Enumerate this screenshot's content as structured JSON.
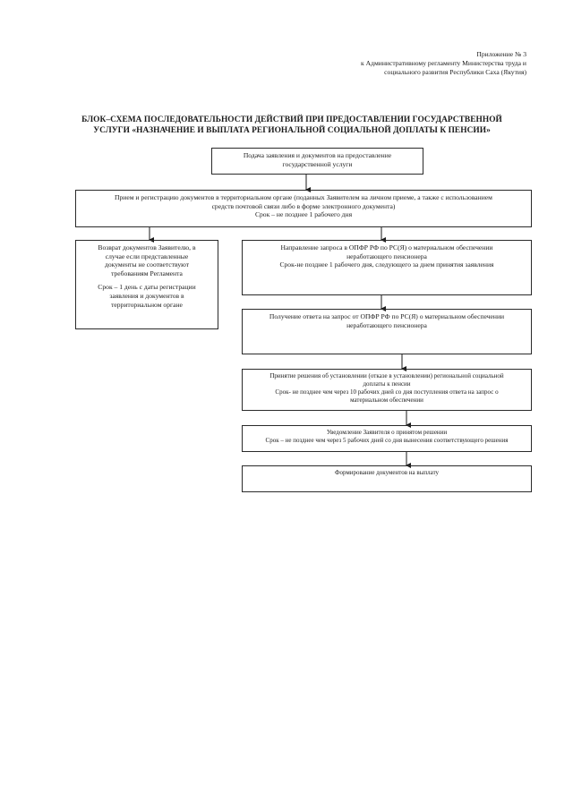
{
  "appendix": {
    "line1": "Приложение № 3",
    "line2": "к Административному регламенту Министерства труда и",
    "line3": "социального развития Республики Саха (Якутия)"
  },
  "title": {
    "line1": "БЛОК–СХЕМА ПОСЛЕДОВАТЕЛЬНОСТИ ДЕЙСТВИЙ ПРИ ПРЕДОСТАВЛЕНИИ ГОСУДАРСТВЕННОЙ",
    "line2": "УСЛУГИ «НАЗНАЧЕНИЕ И ВЫПЛАТА РЕГИОНАЛЬНОЙ СОЦИАЛЬНОЙ ДОПЛАТЫ К ПЕНСИИ»"
  },
  "steps": {
    "submit": {
      "line1": "Подача заявления и документов на предоставление",
      "line2": "государственной услуги"
    },
    "register": {
      "line1": "Прием и регистрацию документов в территориальном органе (поданных Заявителем на личном приеме, а также с использованием",
      "line2": "средств почтовой связи либо в форме электронного документа)",
      "line3": "Срок – не позднее 1 рабочего дня"
    },
    "return_docs": {
      "line1": "Возврат документов Заявителю, в",
      "line2": "случае если представленные",
      "line3": "документы не соответствуют",
      "line4": "требованиям Регламента",
      "line5": "Срок – 1 день с даты регистрации",
      "line6": "заявления и документов в",
      "line7": "территориальном органе"
    },
    "request": {
      "line1": "Направление запроса в ОПФР РФ по РС(Я) о материальном обеспечении",
      "line2": "неработающего пенсионера",
      "line3": "Срок-не позднее 1 рабочего дня, следующего за днем принятия заявления"
    },
    "response": {
      "line1": "Получение ответа на запрос от ОПФР РФ по РС(Я) о материальном обеспечении",
      "line2": "неработающего пенсионера"
    },
    "decision": {
      "line1": "Принятие решения об установлении (отказе в установлении) региональной социальной",
      "line2": "доплаты к пенсии",
      "line3": "Срок- не позднее чем через 10 рабочих дней со дня поступления ответа на запрос о",
      "line4": "материальном обеспечении"
    },
    "notify": {
      "line1": "Уведомление Заявителя о принятом решении",
      "line2": "Срок – не позднее чем через 5 рабочих дней со дня вынесения соответствующего решения"
    },
    "payment": {
      "line1": "Формирование документов на выплату"
    }
  }
}
